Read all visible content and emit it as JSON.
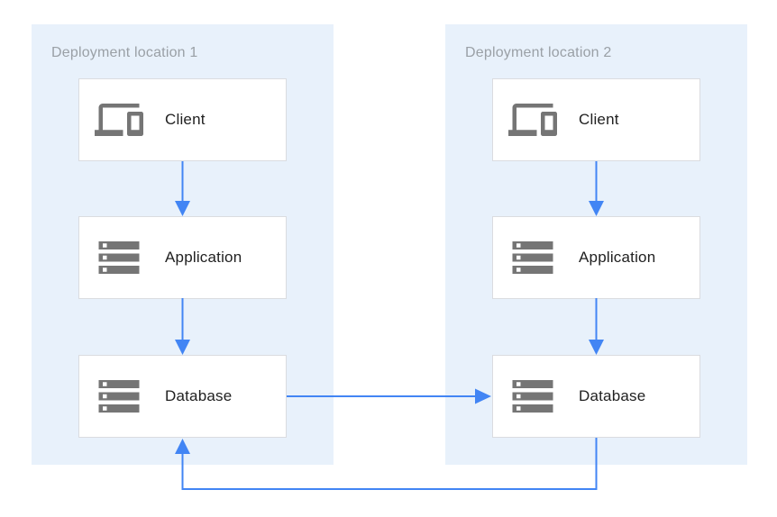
{
  "diagram": {
    "type": "architecture-diagram",
    "panels": [
      {
        "title": "Deployment location 1",
        "nodes": [
          {
            "label": "Client",
            "icon": "devices-icon"
          },
          {
            "label": "Application",
            "icon": "storage-icon"
          },
          {
            "label": "Database",
            "icon": "storage-icon"
          }
        ]
      },
      {
        "title": "Deployment location 2",
        "nodes": [
          {
            "label": "Client",
            "icon": "devices-icon"
          },
          {
            "label": "Application",
            "icon": "storage-icon"
          },
          {
            "label": "Database",
            "icon": "storage-icon"
          }
        ]
      }
    ],
    "connections": [
      {
        "from": "location1-client",
        "to": "location1-application",
        "direction": "down"
      },
      {
        "from": "location1-application",
        "to": "location1-database",
        "direction": "down"
      },
      {
        "from": "location2-client",
        "to": "location2-application",
        "direction": "down"
      },
      {
        "from": "location2-application",
        "to": "location2-database",
        "direction": "down"
      },
      {
        "from": "location1-database",
        "to": "location2-database",
        "direction": "right"
      },
      {
        "from": "location2-database",
        "to": "location1-database",
        "direction": "loop-bottom-up"
      }
    ]
  },
  "colors": {
    "panel_bg": "#E8F1FB",
    "box_bg": "#FFFFFF",
    "box_border": "#DADCE0",
    "arrow": "#4285F4",
    "icon": "#757575",
    "title_text": "#9AA0A6",
    "label_text": "#212121",
    "canvas_bg": "#FFFFFF"
  }
}
